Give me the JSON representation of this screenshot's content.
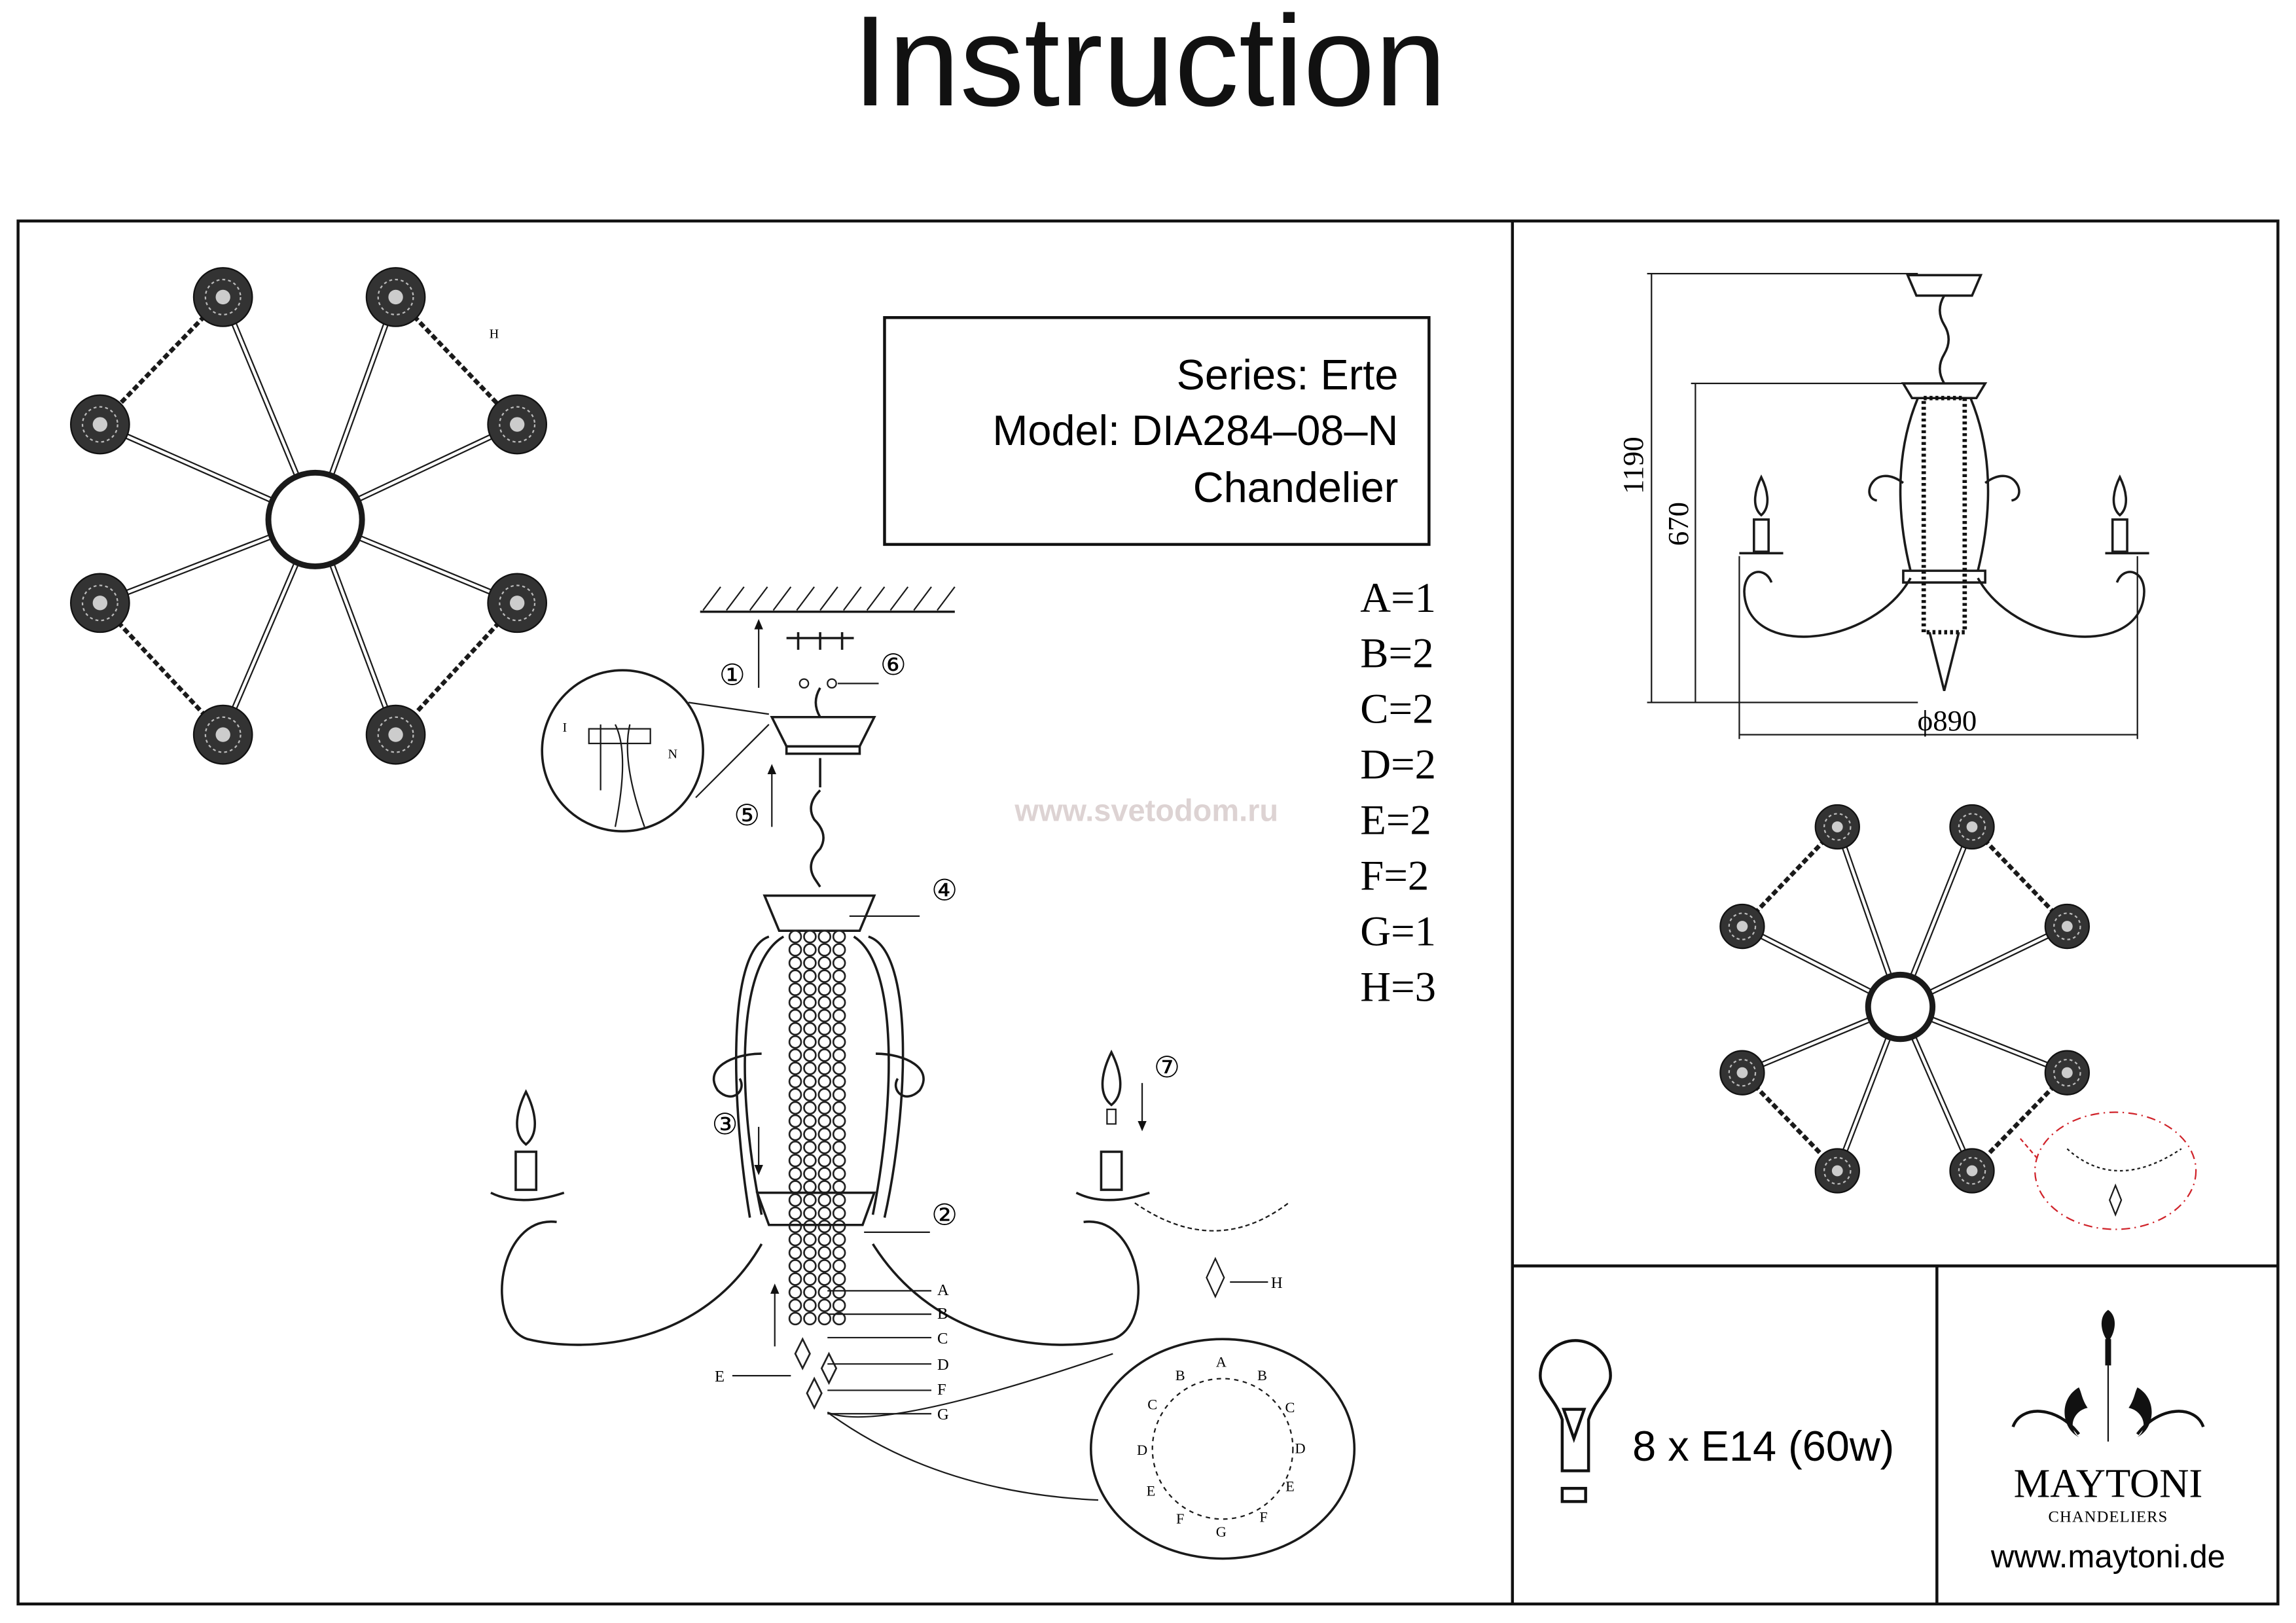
{
  "title": "Instruction",
  "info_box": {
    "series": "Series: Erte",
    "model": "Model: DIA284–08–N",
    "type": "Chandelier"
  },
  "parts": [
    "A=1",
    "B=2",
    "C=2",
    "D=2",
    "E=2",
    "F=2",
    "G=1",
    "H=3"
  ],
  "watermark": "www.svetodom.ru",
  "steps": [
    "①",
    "②",
    "③",
    "④",
    "⑤",
    "⑥",
    "⑦"
  ],
  "assembly_labels": {
    "A": "A",
    "B": "B",
    "C": "C",
    "D": "D",
    "E": "E",
    "F": "F",
    "G": "G",
    "H": "H",
    "I": "I",
    "N": "N"
  },
  "dimensions": {
    "total_height": "1190",
    "body_height": "670",
    "diameter": "ϕ890"
  },
  "lamp": {
    "icon": "light-bulb-icon",
    "spec": "8 x E14 (60w)"
  },
  "brand": {
    "name": "MAYTONI",
    "tagline": "CHANDELIERS",
    "url": "www.maytoni.de"
  },
  "colors": {
    "line": "#1a1a1a",
    "watermark": "#ddd3d3",
    "detail_circle": "#d0232a"
  }
}
